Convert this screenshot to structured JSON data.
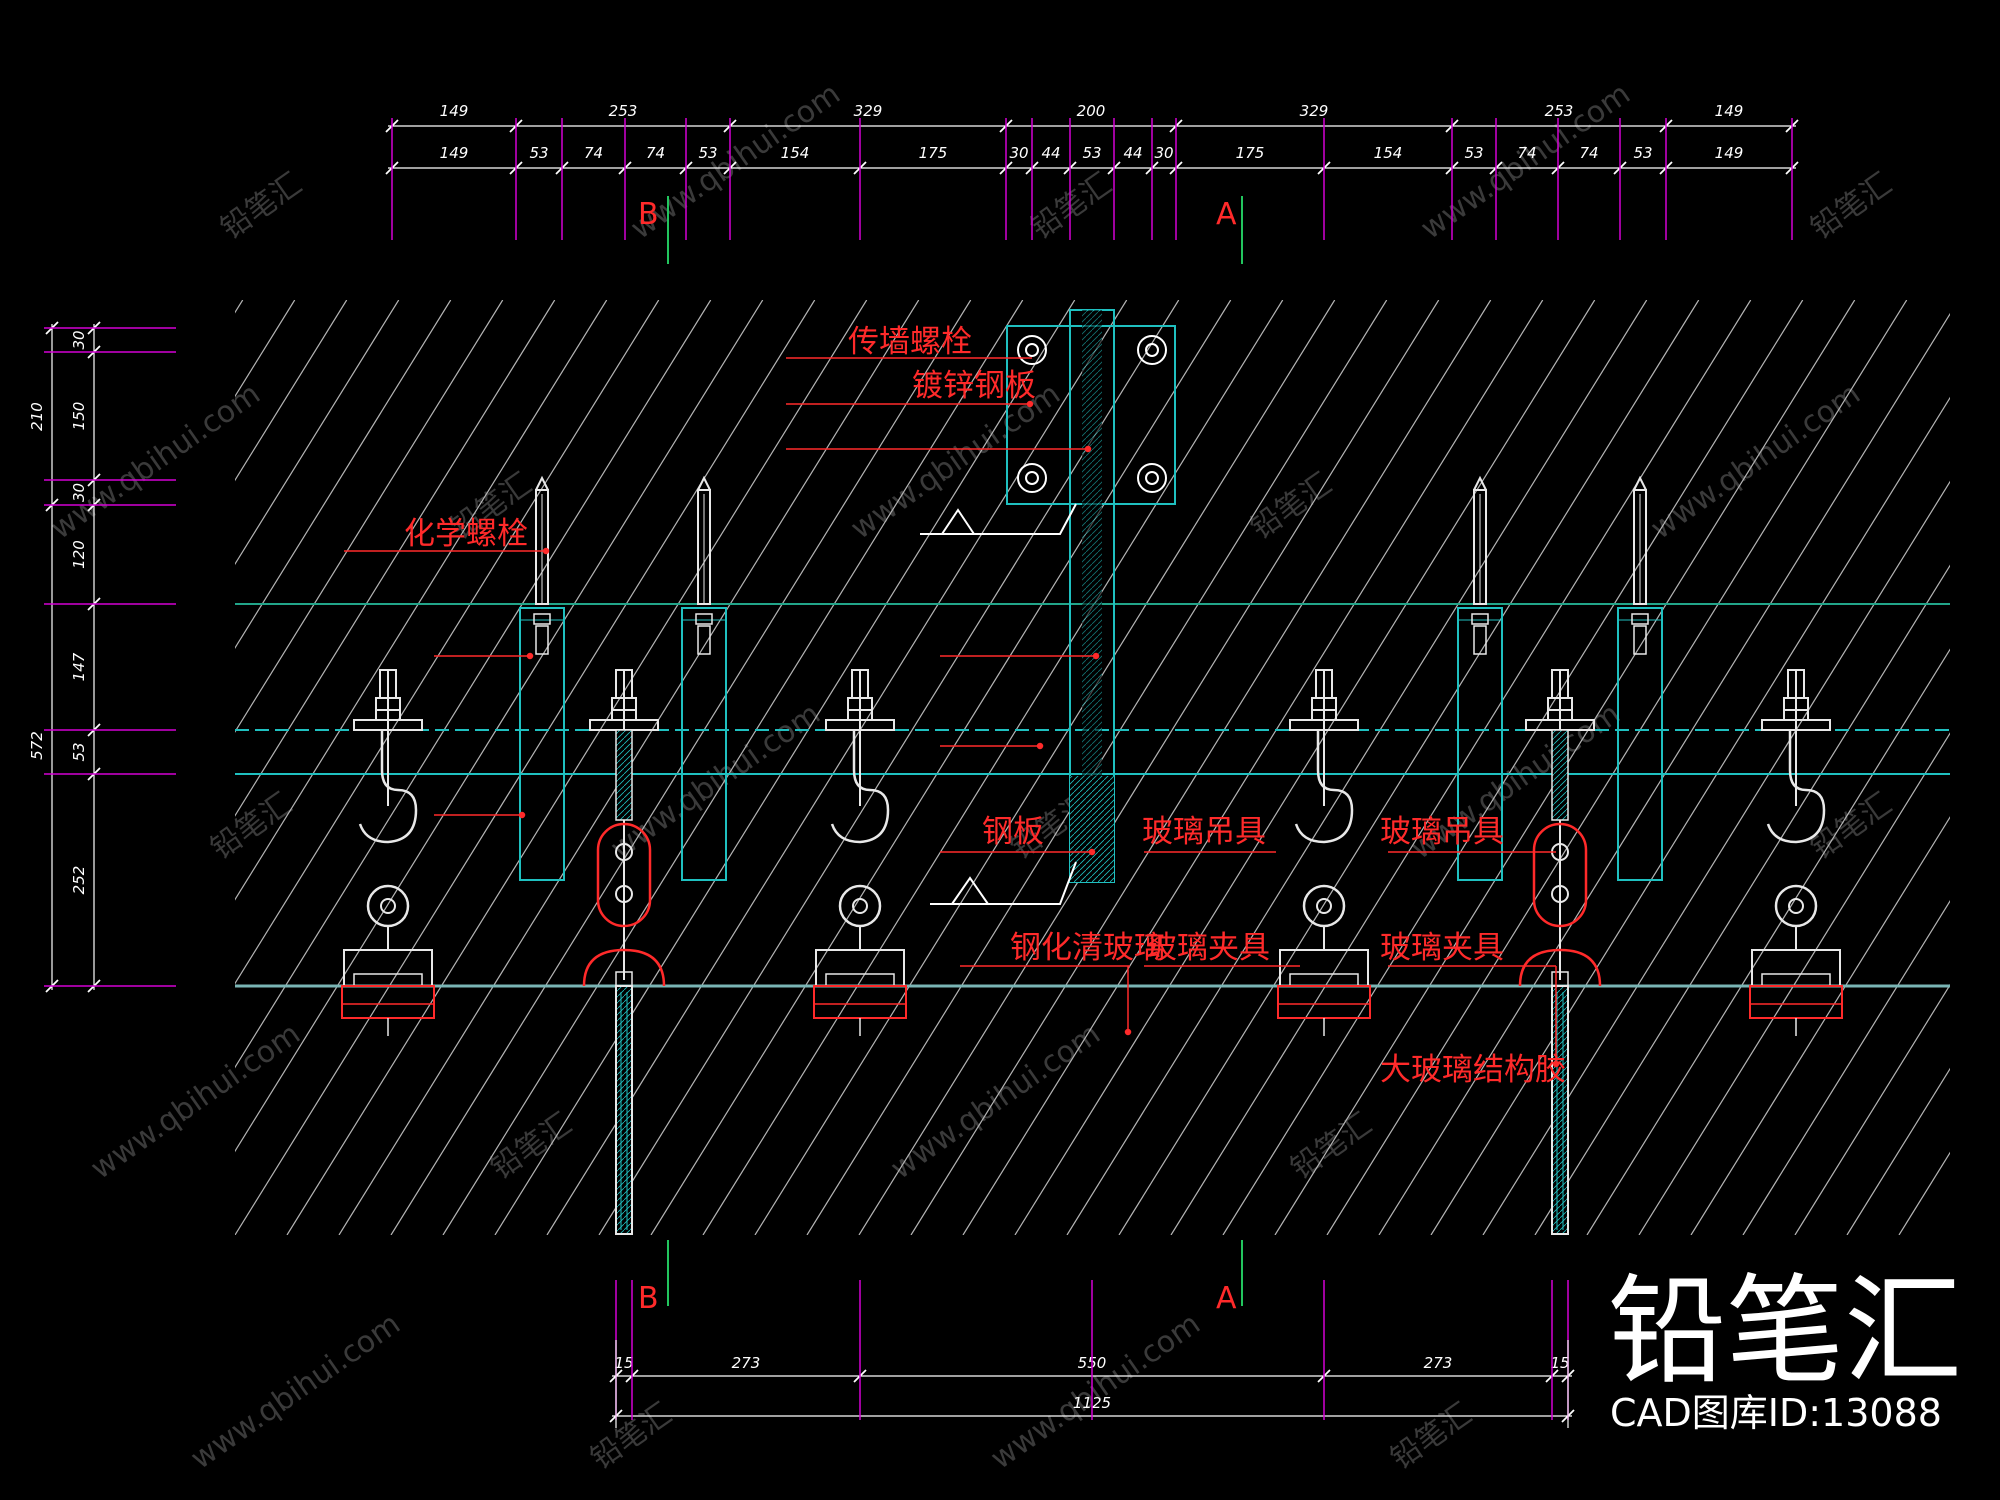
{
  "colors": {
    "background": "#000000",
    "dimension": "#ffffff",
    "extension": "#d400d4",
    "label": "#ff2a2a",
    "hatch": "#b5b5b5",
    "glass": "#22a58a",
    "steel": "#1fc0c0",
    "hardware": "#e8e8e8"
  },
  "dimensions": {
    "top_row1": [
      "149",
      "253",
      "329",
      "200",
      "329",
      "253",
      "149"
    ],
    "top_row2": [
      "149",
      "53",
      "74",
      "74",
      "53",
      "154",
      "175",
      "30",
      "44",
      "53",
      "44",
      "30",
      "175",
      "154",
      "53",
      "74",
      "74",
      "53",
      "149"
    ],
    "left_outer": [
      "210",
      "572"
    ],
    "left_inner": [
      "30",
      "150",
      "30",
      "120",
      "147",
      "53",
      "252"
    ],
    "bottom_row1": [
      "15",
      "273",
      "550",
      "273",
      "15"
    ],
    "bottom_total": "1125"
  },
  "sections": {
    "b": "B",
    "a": "A"
  },
  "labels": {
    "through_bolt": "传墙螺栓",
    "galvanized_plate": "镀锌钢板",
    "chemical_bolt": "化学螺栓",
    "steel_plate": "钢板",
    "glass_hanger_1": "玻璃吊具",
    "glass_hanger_2": "玻璃吊具",
    "tempered_glass": "钢化清玻璃",
    "glass_clamp_1": "玻璃夹具",
    "glass_clamp_2": "玻璃夹具",
    "structural_sealant": "大玻璃结构胶"
  },
  "watermark": {
    "logo": "铅笔汇",
    "url": "www.qbihui.com"
  },
  "brand": {
    "title": "铅笔汇",
    "id_text": "CAD图库ID:13088"
  }
}
